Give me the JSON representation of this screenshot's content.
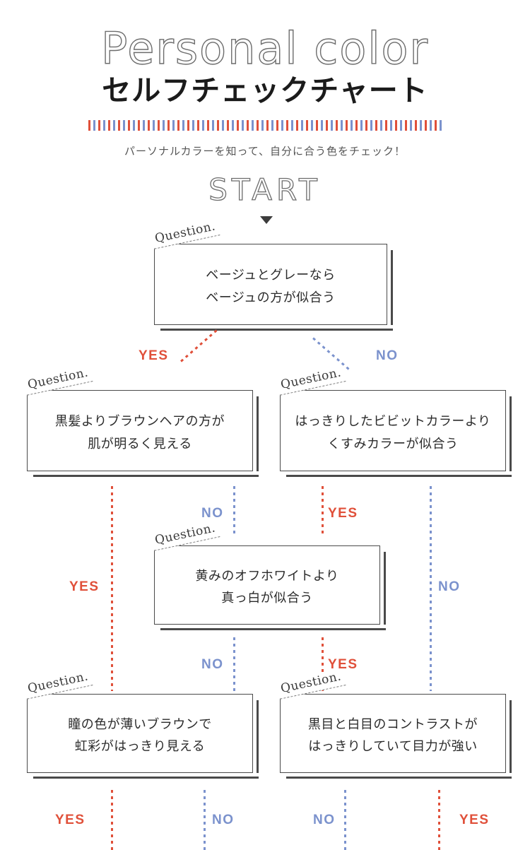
{
  "header": {
    "title_outline": "Personal color",
    "title_sub": "セルフチェックチャート",
    "tagline": "パーソナルカラーを知って、自分に合う色をチェック！",
    "start_label": "START",
    "start_arrow_icon": "triangle-down-icon",
    "divider_icon": "tick-divider"
  },
  "colors": {
    "yes": "#e0503a",
    "no": "#7b92cd",
    "box_border": "#4a4a4a",
    "text": "#2b2b2b",
    "background": "#ffffff"
  },
  "labels": {
    "question_tag": "Question.",
    "yes": "YES",
    "no": "NO"
  },
  "questions": [
    {
      "id": "q1",
      "tag": "Question.",
      "line1": "ベージュとグレーなら",
      "line2": "ベージュの方が似合う"
    },
    {
      "id": "q2",
      "tag": "Question.",
      "line1": "黒髪よりブラウンヘアの方が",
      "line2": "肌が明るく見える"
    },
    {
      "id": "q3",
      "tag": "Question.",
      "line1": "はっきりしたビビットカラーより",
      "line2": "くすみカラーが似合う"
    },
    {
      "id": "q4",
      "tag": "Question.",
      "line1": "黄みのオフホワイトより",
      "line2": "真っ白が似合う"
    },
    {
      "id": "q5",
      "tag": "Question.",
      "line1": "瞳の色が薄いブラウンで",
      "line2": "虹彩がはっきり見える"
    },
    {
      "id": "q6",
      "tag": "Question.",
      "line1": "黒目と白目のコントラストが",
      "line2": "はっきりしていて目力が強い"
    }
  ],
  "answers": {
    "q1_yes": "YES",
    "q1_no": "NO",
    "q2_yes": "YES",
    "q2_no": "NO",
    "q3_yes": "YES",
    "q3_no": "NO",
    "q4_no": "NO",
    "q4_yes": "YES",
    "q5_yes": "YES",
    "q5_no": "NO",
    "q6_no": "NO",
    "q6_yes": "YES"
  }
}
